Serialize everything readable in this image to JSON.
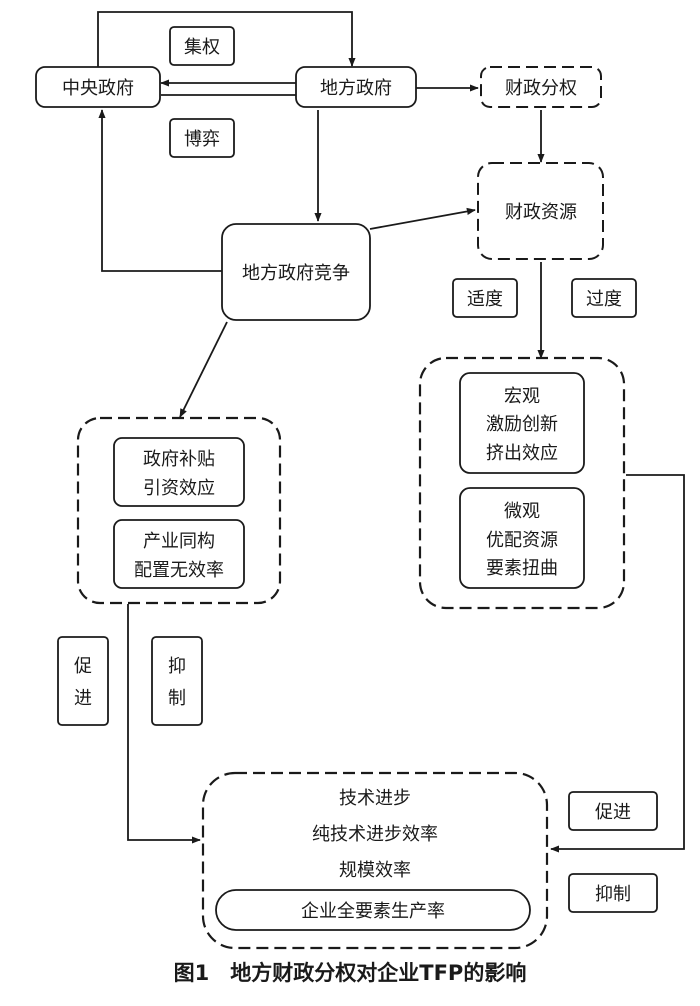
{
  "nodes": {
    "central_gov": "中央政府",
    "local_gov": "地方政府",
    "fiscal_decentralization": "财政分权",
    "fiscal_resources": "财政资源",
    "local_gov_competition": "地方政府竞争",
    "subsidy_line1": "政府补贴",
    "subsidy_line2": "引资效应",
    "isomorphism_line1": "产业同构",
    "isomorphism_line2": "配置无效率",
    "macro_line1": "宏观",
    "macro_line2": "激励创新",
    "macro_line3": "挤出效应",
    "micro_line1": "微观",
    "micro_line2": "优配资源",
    "micro_line3": "要素扭曲",
    "tech_progress": "技术进步",
    "pure_tech_efficiency": "纯技术进步效率",
    "scale_efficiency": "规模效率",
    "firm_tfp": "企业全要素生产率"
  },
  "labels": {
    "centralization": "集权",
    "game": "博弈",
    "moderate": "适度",
    "excessive": "过度",
    "promote_left_1": "促",
    "promote_left_2": "进",
    "inhibit_left_1": "抑",
    "inhibit_left_2": "制",
    "promote_right": "促进",
    "inhibit_right": "抑制"
  },
  "caption": "图1　地方财政分权对企业TFP的影响"
}
